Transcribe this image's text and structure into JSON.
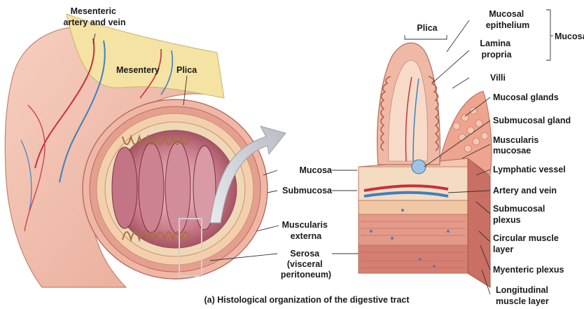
{
  "figure": {
    "caption": "(a) Histological organization of the digestive tract",
    "labels": {
      "mesenteric_vessels": [
        "Mesenteric",
        "artery and vein"
      ],
      "mesentery": "Mesentery",
      "plica_left": "Plica",
      "plica_right": "Plica",
      "mucosa_left": "Mucosa",
      "submucosa": "Submucosa",
      "muscularis_externa": [
        "Muscularis",
        "externa"
      ],
      "serosa": [
        "Serosa",
        "(visceral",
        "peritoneum)"
      ],
      "mucosal_epithelium": [
        "Mucosal",
        "epithelium"
      ],
      "lamina_propria": [
        "Lamina",
        "propria"
      ],
      "mucosa_bracket": "Mucosa",
      "villi": "Villi",
      "mucosal_glands": "Mucosal glands",
      "submucosal_gland": "Submucosal gland",
      "muscularis_mucosae": [
        "Muscularis",
        "mucosae"
      ],
      "lymphatic_vessel": "Lymphatic vessel",
      "artery_and_vein": "Artery and vein",
      "submucosal_plexus": [
        "Submucosal",
        "plexus"
      ],
      "circular_muscle": [
        "Circular muscle",
        "layer"
      ],
      "myenteric_plexus": "Myenteric plexus",
      "longitudinal_muscle": [
        "Longitudinal",
        "muscle layer"
      ]
    }
  }
}
